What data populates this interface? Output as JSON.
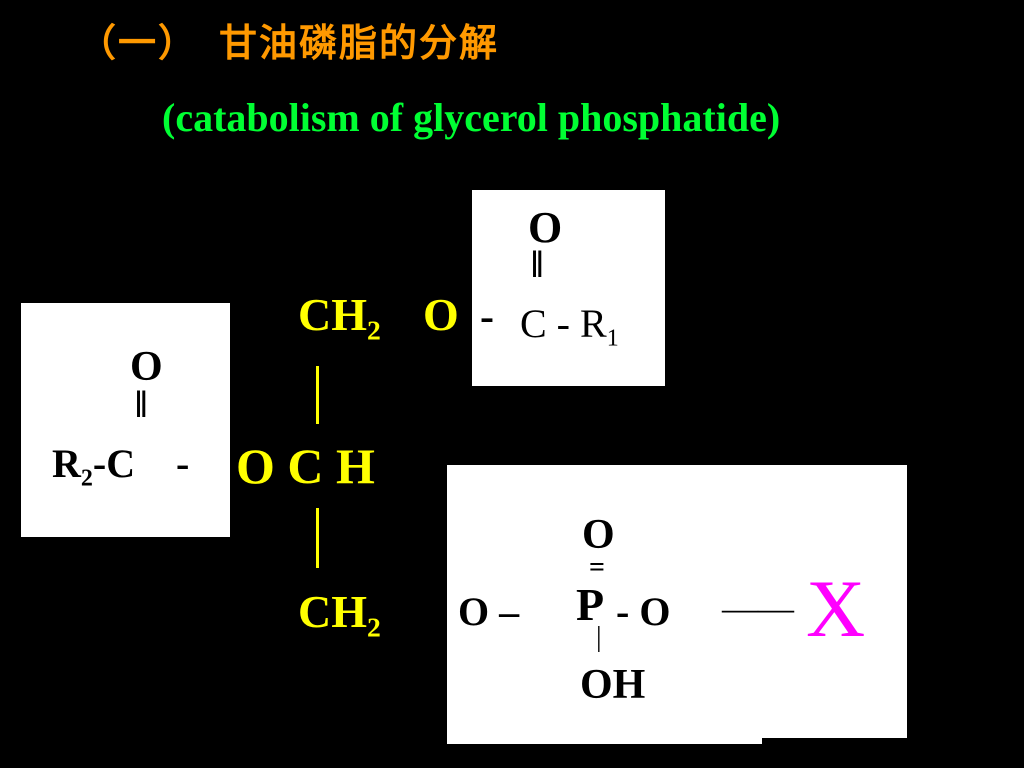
{
  "title": {
    "zh": "（一）　甘油磷脂的分解",
    "en": "(catabolism of glycerol phosphatide)"
  },
  "glycerol": {
    "ch2_top": "CH",
    "ch2_top_sub": "2",
    "o_top": "O",
    "dash_top": "-",
    "och": "O C H",
    "ch2_bottom": "CH",
    "ch2_bottom_sub": "2",
    "dash_bottom": "–"
  },
  "acyl1": {
    "o": "O",
    "double_bond": "‖",
    "c_r": "C - R",
    "r_sub": "1"
  },
  "acyl2": {
    "o": "O",
    "double_bond": "‖",
    "r": "R",
    "r_sub": "2",
    "c": "-C",
    "dash": "-"
  },
  "phosphate": {
    "o_top": "O",
    "double_bond": "=",
    "o_left": "O –",
    "p": "P",
    "o_right": "- O",
    "single_bond": "|",
    "oh": "OH",
    "bond_to_x": "——"
  },
  "x_group": "X",
  "colors": {
    "background": "#000000",
    "title_zh": "#ff9900",
    "title_en": "#00ff33",
    "glycerol": "#ffff00",
    "x_group": "#ff00ff",
    "box": "#ffffff"
  }
}
